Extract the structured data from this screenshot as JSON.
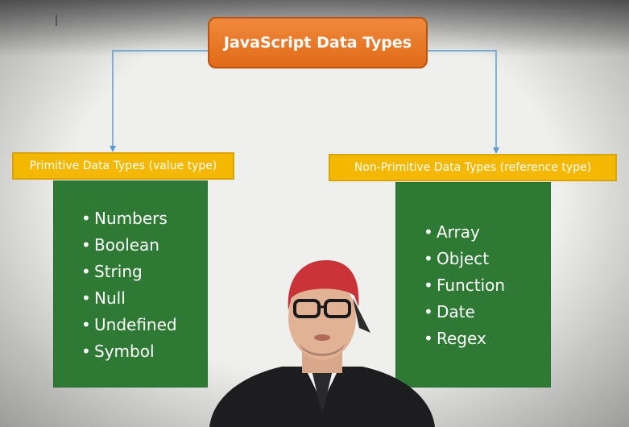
{
  "title": "JavaScript Data Types",
  "primitive": {
    "header": "Primitive Data Types (value type)",
    "items": [
      "Numbers",
      "Boolean",
      "String",
      "Null",
      "Undefined",
      "Symbol"
    ]
  },
  "non_primitive": {
    "header": "Non-Primitive Data Types (reference type)",
    "items": [
      "Array",
      "Object",
      "Function",
      "Date",
      "Regex"
    ]
  },
  "bullet": "•",
  "colors": {
    "title_box": "#e8751f",
    "header_box": "#f5b800",
    "content_box": "#2e7a34",
    "connector": "#5b9bd5"
  }
}
